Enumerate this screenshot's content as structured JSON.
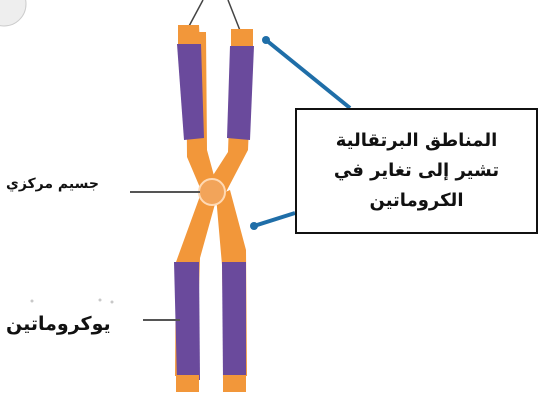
{
  "labels": {
    "centromere": "جسيم مركزي",
    "euchromatin": "يوكروماتين"
  },
  "callout": {
    "lines": [
      "المناطق البرتقالية",
      "تشير إلى تغاير في",
      "الكروماتين"
    ]
  },
  "colors": {
    "euchromatin": "#6a4a9c",
    "heterochromatin": "#f2973a",
    "pointer": "#1f6ea8",
    "label_line": "#555555"
  }
}
